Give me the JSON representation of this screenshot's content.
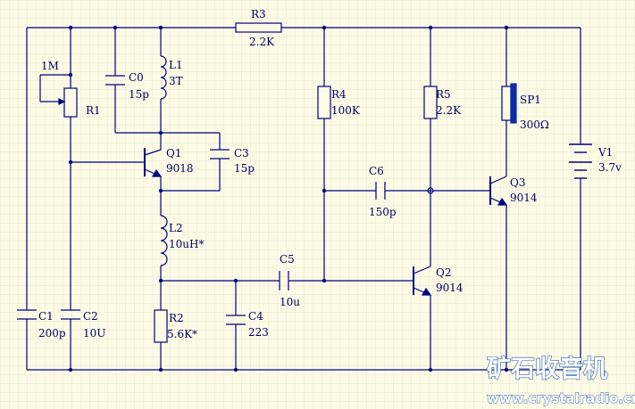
{
  "components": {
    "R1": {
      "ref": "R1",
      "value": "1M"
    },
    "R2": {
      "ref": "R2",
      "value": "5.6K*"
    },
    "R3": {
      "ref": "R3",
      "value": "2.2K"
    },
    "R4": {
      "ref": "R4",
      "value": "100K"
    },
    "R5": {
      "ref": "R5",
      "value": "2.2K"
    },
    "C0": {
      "ref": "C0",
      "value": "15p"
    },
    "C1": {
      "ref": "C1",
      "value": "200p"
    },
    "C2": {
      "ref": "C2",
      "value": "10U"
    },
    "C3": {
      "ref": "C3",
      "value": "15p"
    },
    "C4": {
      "ref": "C4",
      "value": "223"
    },
    "C5": {
      "ref": "C5",
      "value": "10u"
    },
    "C6": {
      "ref": "C6",
      "value": "150p"
    },
    "L1": {
      "ref": "L1",
      "value": "3T"
    },
    "L2": {
      "ref": "L2",
      "value": "10uH*"
    },
    "Q1": {
      "ref": "Q1",
      "value": "9018"
    },
    "Q2": {
      "ref": "Q2",
      "value": "9014"
    },
    "Q3": {
      "ref": "Q3",
      "value": "9014"
    },
    "SP1": {
      "ref": "SP1",
      "value": "300Ω"
    },
    "V1": {
      "ref": "V1",
      "value": "3.7v"
    }
  },
  "watermark": {
    "title": "矿石收音机",
    "url": "www.crystalradio.cn"
  },
  "colors": {
    "background": "#fcfbe6",
    "grid": "#ece9d2",
    "wire": "#000080",
    "label": "#000066",
    "speaker": "#0a2aa8",
    "watermark_outline": "#2a5fb0"
  }
}
